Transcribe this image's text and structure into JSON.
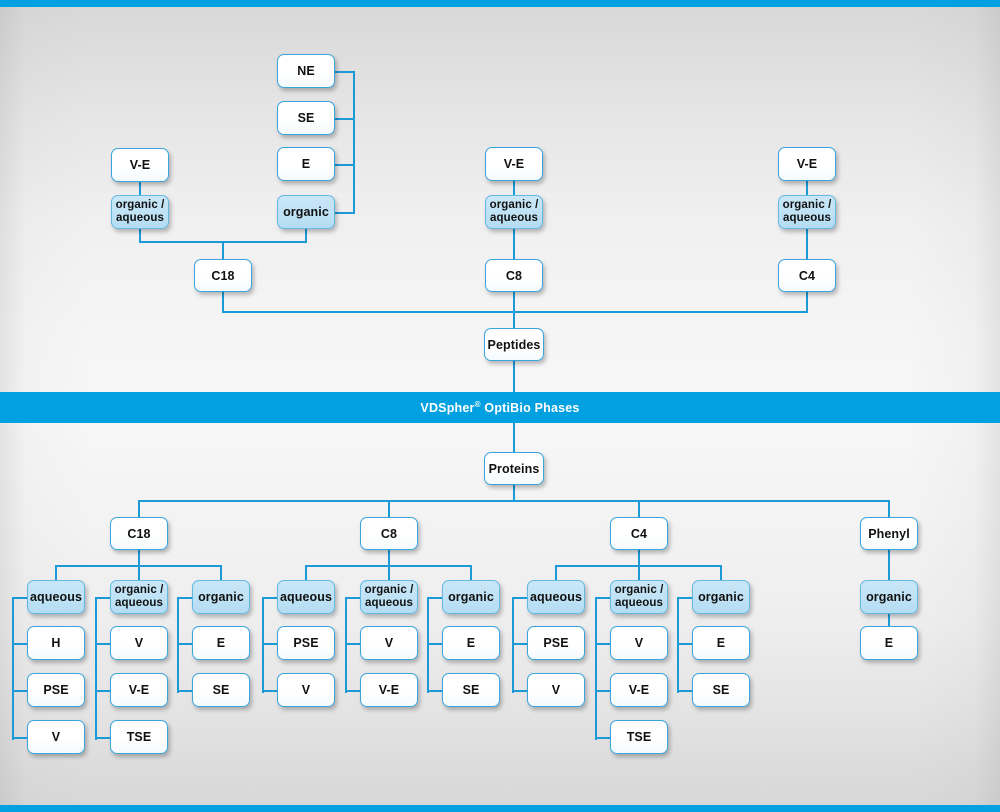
{
  "banner": {
    "brand": "VDSpher",
    "registered_mark": "®",
    "suffix": " OptiBio Phases"
  },
  "colors": {
    "accent": "#00a0e1",
    "connector": "#1b9ad6",
    "node_border": "#3aa5dd",
    "node_fill": "#ffffff",
    "highlight_fill": "#bfe2f5",
    "background": "#e6e6e6",
    "text": "#111111"
  },
  "diagram": {
    "type": "tree",
    "root_top": "Peptides",
    "root_bottom": "Proteins",
    "peptides": {
      "label": "Peptides",
      "phases": [
        {
          "name": "C18",
          "modifiers": [
            {
              "label_line1": "organic /",
              "label_line2": "aqueous",
              "full": "organic / aqueous",
              "highlight": true,
              "children": [
                "V-E"
              ]
            },
            {
              "label_line1": "organic",
              "label_line2": "",
              "full": "organic",
              "highlight": true,
              "children": [
                "NE",
                "SE",
                "E"
              ]
            }
          ]
        },
        {
          "name": "C8",
          "modifiers": [
            {
              "label_line1": "organic /",
              "label_line2": "aqueous",
              "full": "organic / aqueous",
              "highlight": true,
              "children": [
                "V-E"
              ]
            }
          ]
        },
        {
          "name": "C4",
          "modifiers": [
            {
              "label_line1": "organic /",
              "label_line2": "aqueous",
              "full": "organic / aqueous",
              "highlight": true,
              "children": [
                "V-E"
              ]
            }
          ]
        }
      ]
    },
    "proteins": {
      "label": "Proteins",
      "phases": [
        {
          "name": "C18",
          "modifiers": [
            {
              "full": "aqueous",
              "label_line1": "aqueous",
              "label_line2": "",
              "highlight": true,
              "children": [
                "H",
                "PSE",
                "V"
              ]
            },
            {
              "full": "organic / aqueous",
              "label_line1": "organic /",
              "label_line2": "aqueous",
              "highlight": true,
              "children": [
                "V",
                "V-E",
                "TSE"
              ]
            },
            {
              "full": "organic",
              "label_line1": "organic",
              "label_line2": "",
              "highlight": true,
              "children": [
                "E",
                "SE"
              ]
            }
          ]
        },
        {
          "name": "C8",
          "modifiers": [
            {
              "full": "aqueous",
              "label_line1": "aqueous",
              "label_line2": "",
              "highlight": true,
              "children": [
                "PSE",
                "V"
              ]
            },
            {
              "full": "organic / aqueous",
              "label_line1": "organic /",
              "label_line2": "aqueous",
              "highlight": true,
              "children": [
                "V",
                "V-E"
              ]
            },
            {
              "full": "organic",
              "label_line1": "organic",
              "label_line2": "",
              "highlight": true,
              "children": [
                "E",
                "SE"
              ]
            }
          ]
        },
        {
          "name": "C4",
          "modifiers": [
            {
              "full": "aqueous",
              "label_line1": "aqueous",
              "label_line2": "",
              "highlight": true,
              "children": [
                "PSE",
                "V"
              ]
            },
            {
              "full": "organic / aqueous",
              "label_line1": "organic /",
              "label_line2": "aqueous",
              "highlight": true,
              "children": [
                "V",
                "V-E",
                "TSE"
              ]
            },
            {
              "full": "organic",
              "label_line1": "organic",
              "label_line2": "",
              "highlight": true,
              "children": [
                "E",
                "SE"
              ]
            }
          ]
        },
        {
          "name": "Phenyl",
          "modifiers": [
            {
              "full": "organic",
              "label_line1": "organic",
              "label_line2": "",
              "highlight": true,
              "children": [
                "E"
              ]
            }
          ]
        }
      ]
    }
  },
  "nodes": {
    "top_c18_ve": "V-E",
    "top_c18_oa_1": "organic /",
    "top_c18_oa_2": "aqueous",
    "top_ne": "NE",
    "top_se": "SE",
    "top_e": "E",
    "top_organic": "organic",
    "top_c18": "C18",
    "top_c8_ve": "V-E",
    "top_c8_oa_1": "organic /",
    "top_c8_oa_2": "aqueous",
    "top_c8": "C8",
    "top_c4_ve": "V-E",
    "top_c4_oa_1": "organic /",
    "top_c4_oa_2": "aqueous",
    "top_c4": "C4",
    "peptides": "Peptides",
    "proteins": "Proteins",
    "b_c18": "C18",
    "b_c8": "C8",
    "b_c4": "C4",
    "b_phenyl": "Phenyl",
    "aqueous": "aqueous",
    "organic": "organic",
    "oa1": "organic /",
    "oa2": "aqueous",
    "c18_aq_1": "H",
    "c18_aq_2": "PSE",
    "c18_aq_3": "V",
    "c18_oa_1": "V",
    "c18_oa_2": "V-E",
    "c18_oa_3": "TSE",
    "c18_or_1": "E",
    "c18_or_2": "SE",
    "c8_aq_1": "PSE",
    "c8_aq_2": "V",
    "c8_oa_1": "V",
    "c8_oa_2": "V-E",
    "c8_or_1": "E",
    "c8_or_2": "SE",
    "c4_aq_1": "PSE",
    "c4_aq_2": "V",
    "c4_oa_1": "V",
    "c4_oa_2": "V-E",
    "c4_oa_3": "TSE",
    "c4_or_1": "E",
    "c4_or_2": "SE",
    "ph_or_1": "E"
  }
}
